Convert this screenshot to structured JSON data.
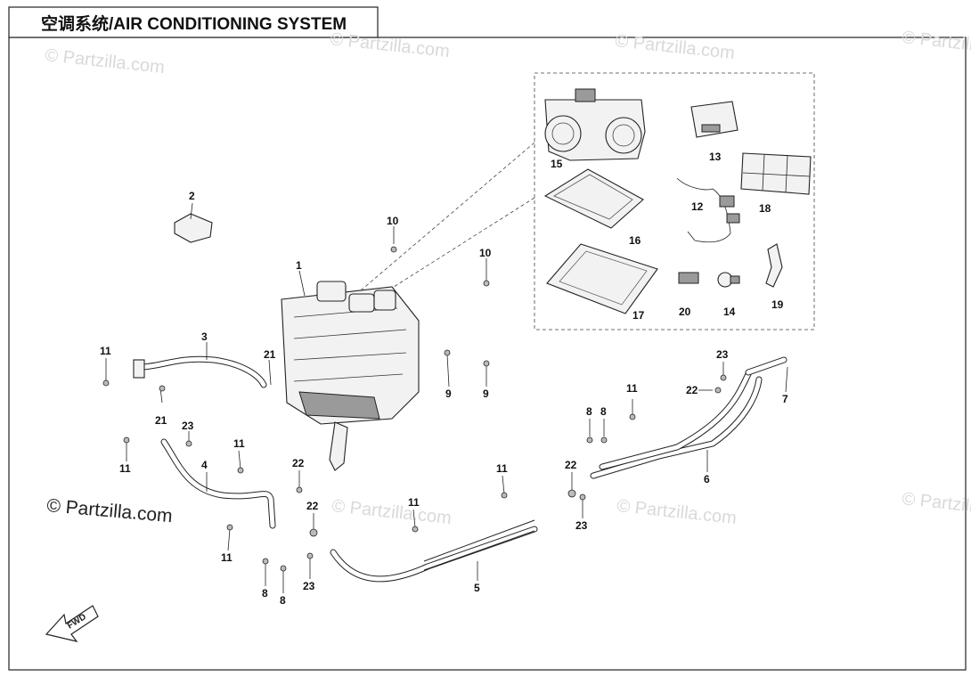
{
  "title": "空调系统/AIR CONDITIONING SYSTEM",
  "watermark": "© Partzilla.com",
  "fwd_label": "FWD",
  "callouts": {
    "c1": "1",
    "c2": "2",
    "c3": "3",
    "c4": "4",
    "c5": "5",
    "c6": "6",
    "c7": "7",
    "c8a": "8",
    "c8b": "8",
    "c8c": "8",
    "c8d": "8",
    "c9a": "9",
    "c9b": "9",
    "c10a": "10",
    "c10b": "10",
    "c11a": "11",
    "c11b": "11",
    "c11c": "11",
    "c11d": "11",
    "c11e": "11",
    "c11f": "11",
    "c11g": "11",
    "c12": "12",
    "c13": "13",
    "c14": "14",
    "c15": "15",
    "c16": "16",
    "c17": "17",
    "c18": "18",
    "c19": "19",
    "c20": "20",
    "c21a": "21",
    "c21b": "21",
    "c22a": "22",
    "c22b": "22",
    "c22c": "22",
    "c22d": "22",
    "c23a": "23",
    "c23b": "23",
    "c23c": "23",
    "c23d": "23"
  }
}
